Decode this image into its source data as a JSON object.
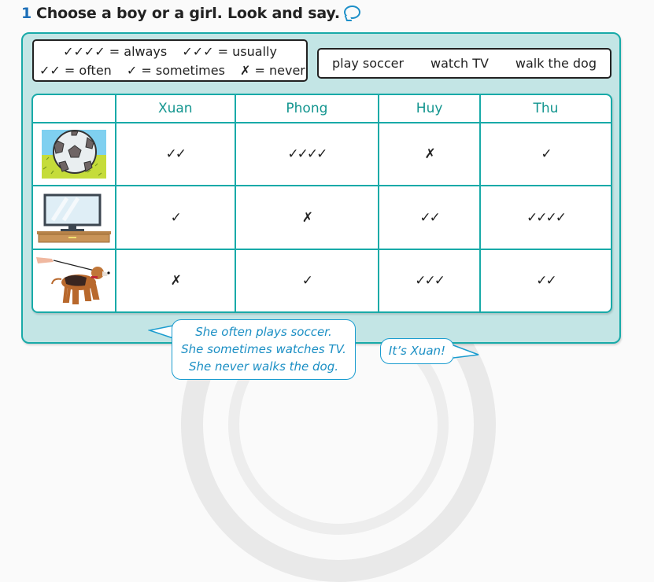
{
  "exercise": {
    "number": "1",
    "instruction": "Choose a boy or a girl. Look and say.",
    "icon": "speech-bubble-icon"
  },
  "key": {
    "rows": [
      [
        {
          "symbol": "✓✓✓✓",
          "meaning": "= always"
        },
        {
          "symbol": "✓✓✓",
          "meaning": "= usually"
        }
      ],
      [
        {
          "symbol": "✓✓",
          "meaning": "= often"
        },
        {
          "symbol": "✓",
          "meaning": "= sometimes"
        },
        {
          "symbol": "✗",
          "meaning": "= never"
        }
      ]
    ]
  },
  "activities": [
    "play soccer",
    "watch TV",
    "walk the dog"
  ],
  "table": {
    "headers": [
      "",
      "Xuan",
      "Phong",
      "Huy",
      "Thu"
    ],
    "rows": [
      {
        "activity": "play soccer",
        "image": "soccer-ball-image",
        "values": [
          "✓✓",
          "✓✓✓✓",
          "✗",
          "✓"
        ]
      },
      {
        "activity": "watch TV",
        "image": "tv-image",
        "values": [
          "✓",
          "✗",
          "✓✓",
          "✓✓✓✓"
        ]
      },
      {
        "activity": "walk the dog",
        "image": "dog-walking-image",
        "values": [
          "✗",
          "✓",
          "✓✓✓",
          "✓✓"
        ]
      }
    ]
  },
  "speech": {
    "clue_lines": [
      "She often plays soccer.",
      "She sometimes watches TV.",
      "She never walks the dog."
    ],
    "answer": "It’s Xuan!"
  },
  "colors": {
    "panel_bg": "#c3e5e5",
    "teal_border": "#18aaa8",
    "header_text": "#13958f",
    "speech_text": "#1b8fc4",
    "number": "#1d6fb8"
  }
}
